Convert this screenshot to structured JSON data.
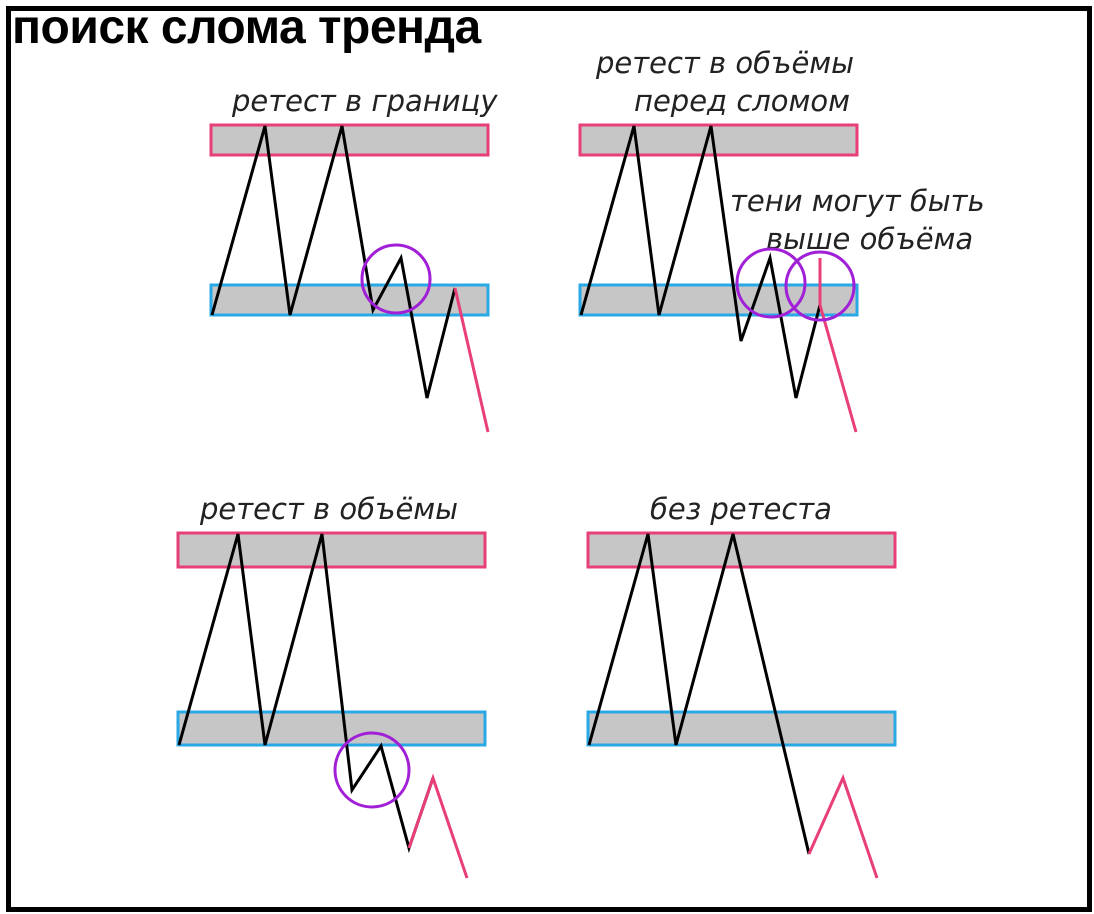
{
  "title": "поиск слома тренда",
  "colors": {
    "resistance_border": "#e83e7a",
    "support_border": "#29a8e6",
    "zone_fill": "#c6c6c6",
    "price_line": "#000000",
    "breakout_line": "#e83e7a",
    "retest_circle": "#a11fd6"
  },
  "panels": [
    {
      "id": "top-left",
      "caption_lines": [
        "ретест в границу"
      ]
    },
    {
      "id": "top-right",
      "caption_lines": [
        "ретест в объёмы",
        "перед сломом"
      ],
      "note_lines": [
        "тени могут быть",
        "выше объёма"
      ]
    },
    {
      "id": "bottom-left",
      "caption_lines": [
        "ретест в объёмы"
      ]
    },
    {
      "id": "bottom-right",
      "caption_lines": [
        "без ретеста"
      ]
    }
  ]
}
